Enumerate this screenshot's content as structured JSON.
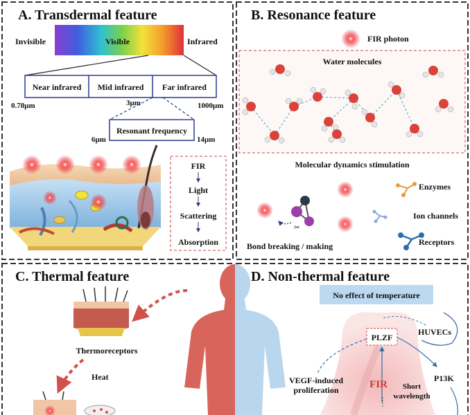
{
  "panelA": {
    "title": "A. Transdermal feature",
    "invisible": "Invisible",
    "visible": "Visible",
    "infrared": "Infrared",
    "bands": [
      "Near infrared",
      "Mid infrared",
      "Far infrared"
    ],
    "ticks": [
      "0.78μm",
      "3μm",
      "1000μm"
    ],
    "resonant": "Resonant frequency",
    "resonant_ticks": [
      "6μm",
      "14μm"
    ],
    "flow": [
      "FIR",
      "Light",
      "Scattering",
      "Absorption"
    ]
  },
  "panelB": {
    "title": "B. Resonance  feature",
    "fir_photon": "FIR photon",
    "water": "Water molecules",
    "dynamics": "Molecular dynamics stimulation",
    "bond": "Bond breaking / making",
    "targets": [
      "Enzymes",
      "Ion channels",
      "Receptors"
    ]
  },
  "panelC": {
    "title": "C. Thermal  feature",
    "thermoreceptors": "Thermoreceptors",
    "heat": "Heat"
  },
  "panelD": {
    "title": "D. Non-thermal  feature",
    "no_effect": "No effect of temperature",
    "huvecs": "HUVECs",
    "plzf": "PLZF",
    "p13k": "P13K",
    "vegf": "VEGF-induced proliferation",
    "fir": "FIR",
    "short_wl": "Short wavelength"
  },
  "colors": {
    "frame": "#333333",
    "dashed_red": "#d36b6b",
    "red_glow": "#e8303a",
    "body_red": "#d8655c",
    "body_blue": "#b9d6ef",
    "highlight_blue": "#bcd9f2",
    "band_blue": "#2b3a8c"
  }
}
